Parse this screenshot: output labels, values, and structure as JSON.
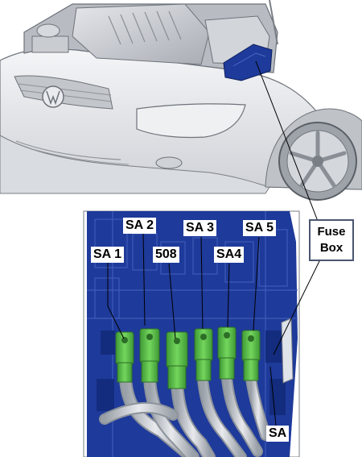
{
  "labels": {
    "fuse_box_line1": "Fuse",
    "fuse_box_line2": "Box",
    "sa1": "SA 1",
    "sa2": "SA 2",
    "sa3": "SA 3",
    "sa4": "SA4",
    "sa5": "SA 5",
    "fuse_508": "508",
    "sa": "SA"
  },
  "colors": {
    "fuse_box_blue": "#1e3a9a",
    "fuse_green": "#5cc24a",
    "cable_gray": "#c8ccd2",
    "car_body": "#e6e8eb",
    "callout_border": "#4a5670"
  },
  "icons": [
    "car-illustration",
    "fuse-box-detail"
  ]
}
